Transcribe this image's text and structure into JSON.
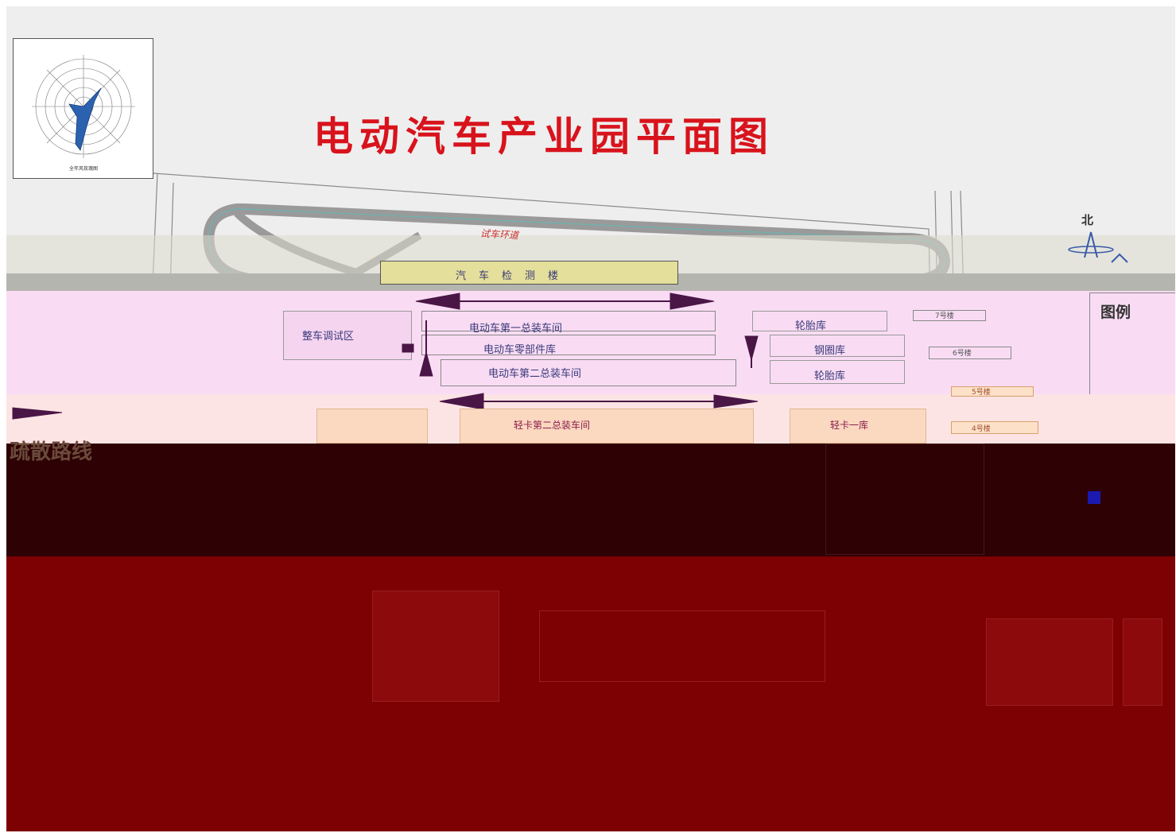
{
  "title": "电动汽车产业园平面图",
  "legend": {
    "title": "图例"
  },
  "evacuation_route": {
    "title": "疏散路线"
  },
  "north": {
    "label": "北"
  },
  "colors": {
    "title_red": "#d8131c",
    "background": "#eeeeee",
    "pink_band": "#f9dcf4",
    "dark_band": "#2e0104",
    "red_band": "#7d0003",
    "arrow": "#4a1646",
    "windrose_fill": "#2a62b0"
  },
  "map": {
    "test_track": "试车环道",
    "test_building": "汽车检测楼",
    "debug_area": "整车调试区",
    "assembly_1": "电动车第一总装车间",
    "parts_warehouse": "电动车零部件库",
    "assembly_2": "电动车第二总装车间",
    "truck_assembly": "轻卡第二总装车间",
    "tire_1": "轮胎库",
    "steel_ring": "钢圈库",
    "tire_2": "轮胎库",
    "light_truck_1": "轻卡一库",
    "building_7": "7号楼",
    "building_6": "6号楼",
    "building_5": "5号楼",
    "building_4": "4号楼"
  },
  "windrose": {
    "icon": "wind-rose-icon",
    "caption": "全年风玫瑰图"
  }
}
